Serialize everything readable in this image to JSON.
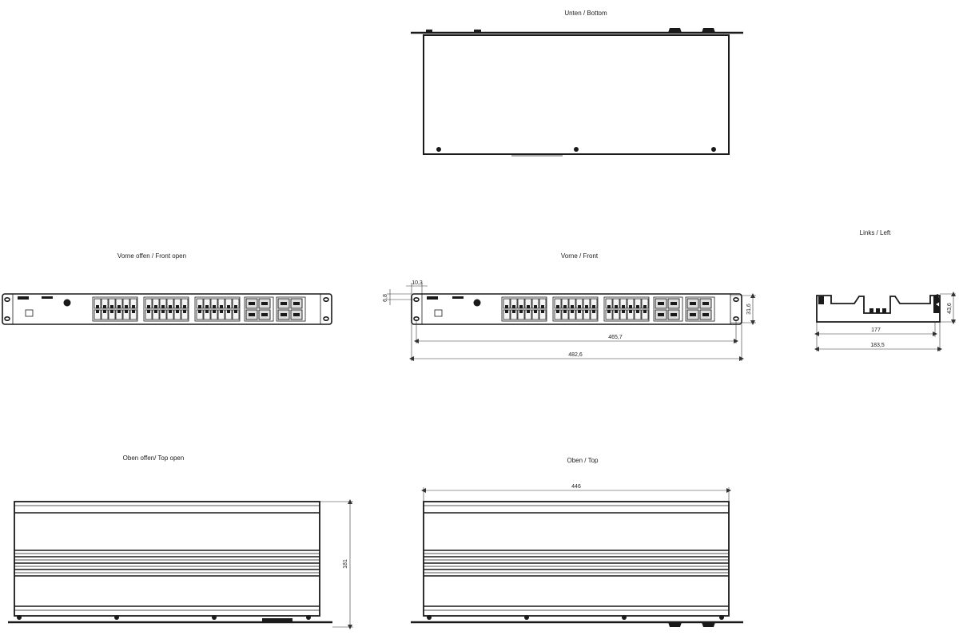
{
  "views": {
    "bottom": {
      "title": "Unten / Bottom"
    },
    "front_open": {
      "title": "Vorne offen / Front open"
    },
    "front": {
      "title": "Vorne / Front"
    },
    "left": {
      "title": "Links / Left"
    },
    "top_open": {
      "title": "Oben offen/ Top open"
    },
    "top": {
      "title": "Oben / Top"
    }
  },
  "dimensions": {
    "front": {
      "ear_width": "10,3",
      "hole_offset": "6,8",
      "body_height": "31,6",
      "inner_width": "465,7",
      "total_width": "482,6"
    },
    "left": {
      "height": "43,6",
      "depth": "177",
      "total_depth": "183,5"
    },
    "top_open": {
      "depth": "181"
    },
    "top": {
      "width": "446"
    }
  }
}
